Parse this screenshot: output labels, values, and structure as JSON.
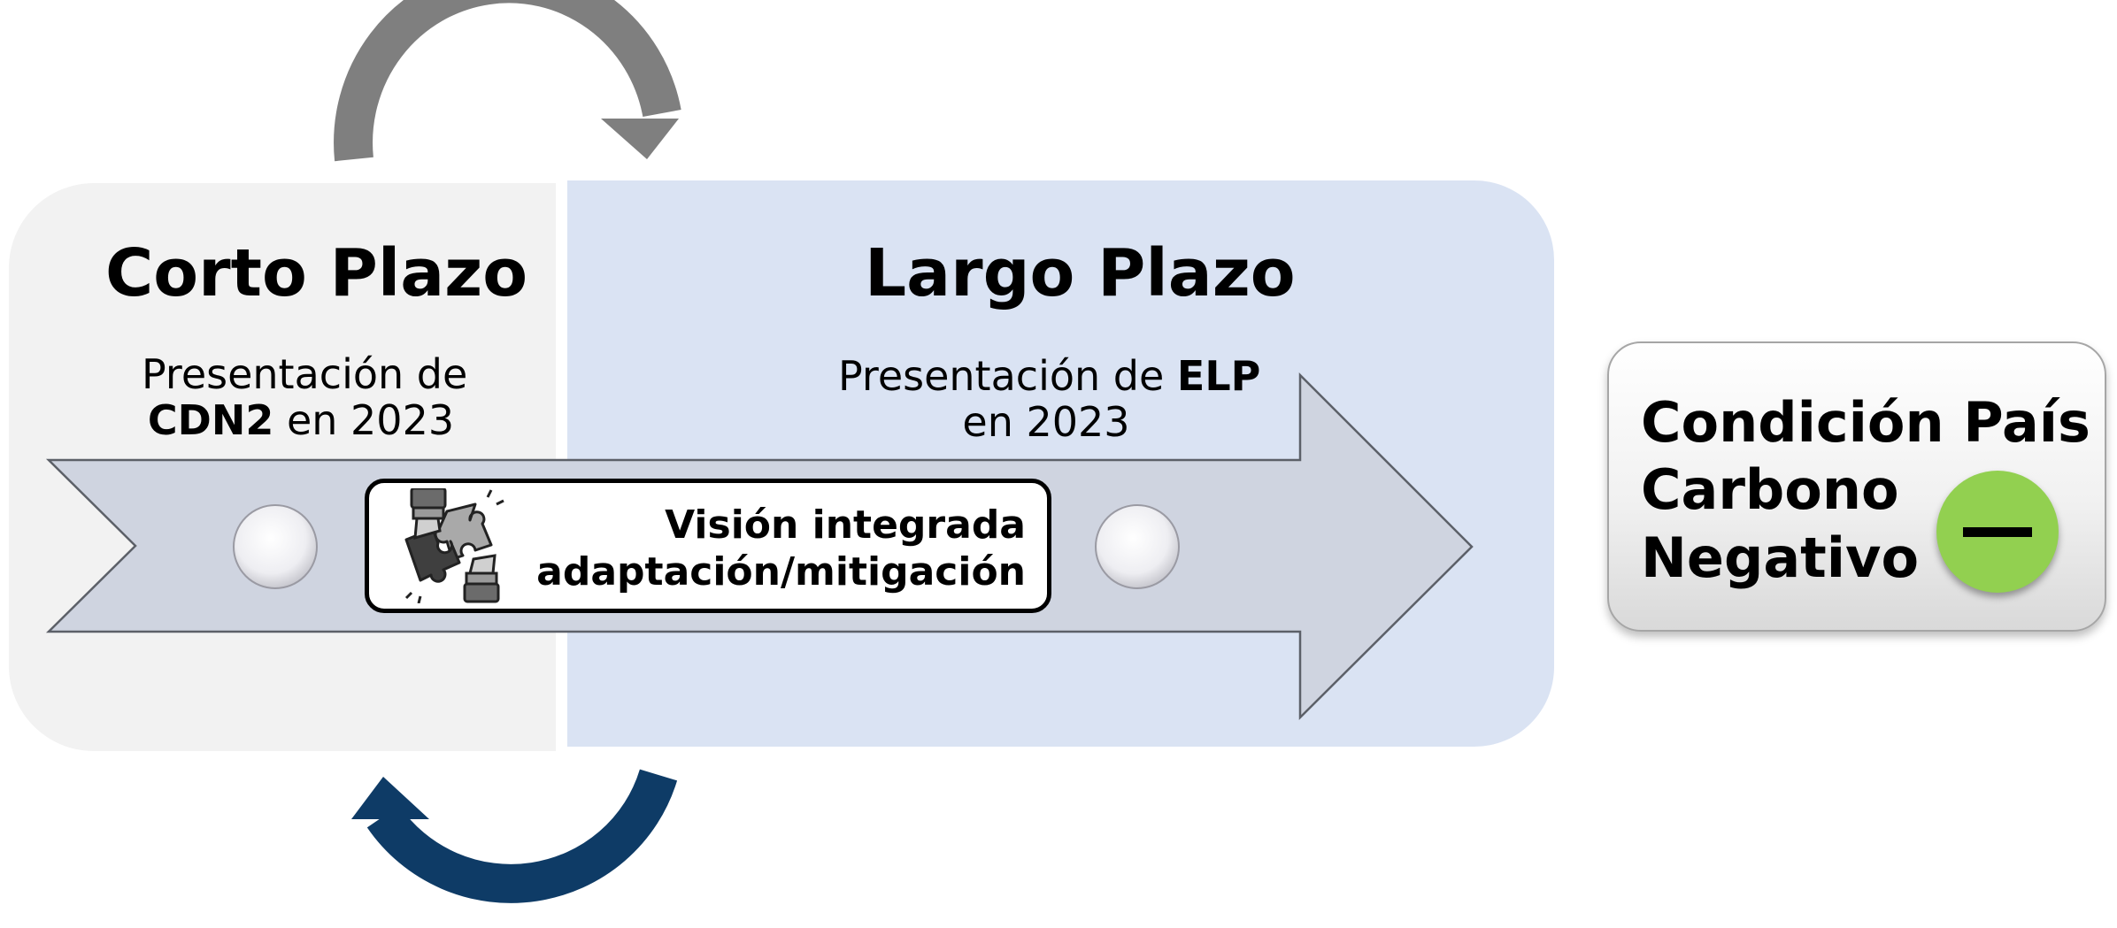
{
  "colors": {
    "short_panel": "#f2f2f2",
    "long_panel": "#dae3f3",
    "timeline_arrow": "#cfd4e0",
    "top_cycle_arrow": "#7f7f7f",
    "bottom_cycle_arrow": "#0e3b66",
    "negative_badge": "#92d050"
  },
  "short_term": {
    "title": "Corto Plazo",
    "line1": "Presentación de",
    "line2_bold": "CDN2",
    "line2_rest": " en 2023"
  },
  "long_term": {
    "title": "Largo Plazo",
    "line1_prefix": "Presentación de ",
    "line1_bold": "ELP",
    "line2": "en 2023"
  },
  "vision": {
    "line1": "Visión integrada",
    "line2": "adaptación/mitigación",
    "icon": "puzzle-hands-icon"
  },
  "condition": {
    "line1": "Condición País",
    "line2": "Carbono",
    "line3": "Negativo",
    "badge_icon": "minus-icon"
  },
  "icons": {
    "top_cycle": "curved-arrow-clockwise-icon",
    "bottom_cycle": "curved-arrow-counterclockwise-icon",
    "timeline": "right-arrow-icon",
    "milestone": "circle-node-icon"
  }
}
